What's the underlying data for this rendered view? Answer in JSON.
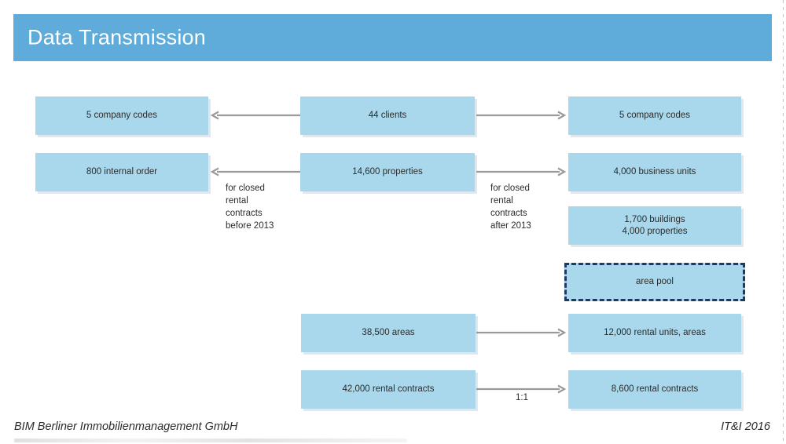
{
  "slide": {
    "title": "Data Transmission",
    "title_bar_color": "#5fabda",
    "node_fill_color": "#a9d8ec",
    "dashed_border_color": "#1f3864",
    "arrow_color": "#9a9a9a"
  },
  "nodes": {
    "left_company_codes": "5 company codes",
    "center_clients": "44 clients",
    "right_company_codes": "5 company codes",
    "left_internal_order": "800 internal order",
    "center_properties": "14,600 properties",
    "right_business_units": "4,000 business units",
    "right_buildings_line1": "1,700 buildings",
    "right_buildings_line2": "4,000 properties",
    "right_area_pool": "area pool",
    "center_areas": "38,500 areas",
    "right_rental_units": "12,000 rental units, areas",
    "center_rental_contracts": "42,000 rental contracts",
    "right_rental_contracts": "8,600 rental contracts"
  },
  "annotations": {
    "left_closed_contracts": "for closed\nrental\ncontracts\nbefore 2013",
    "right_closed_contracts": "for closed\nrental\ncontracts\nafter 2013",
    "ratio_one_to_one": "1:1"
  },
  "footer": {
    "left": "BIM Berliner Immobilienmanagement GmbH",
    "right": "IT&I 2016"
  }
}
